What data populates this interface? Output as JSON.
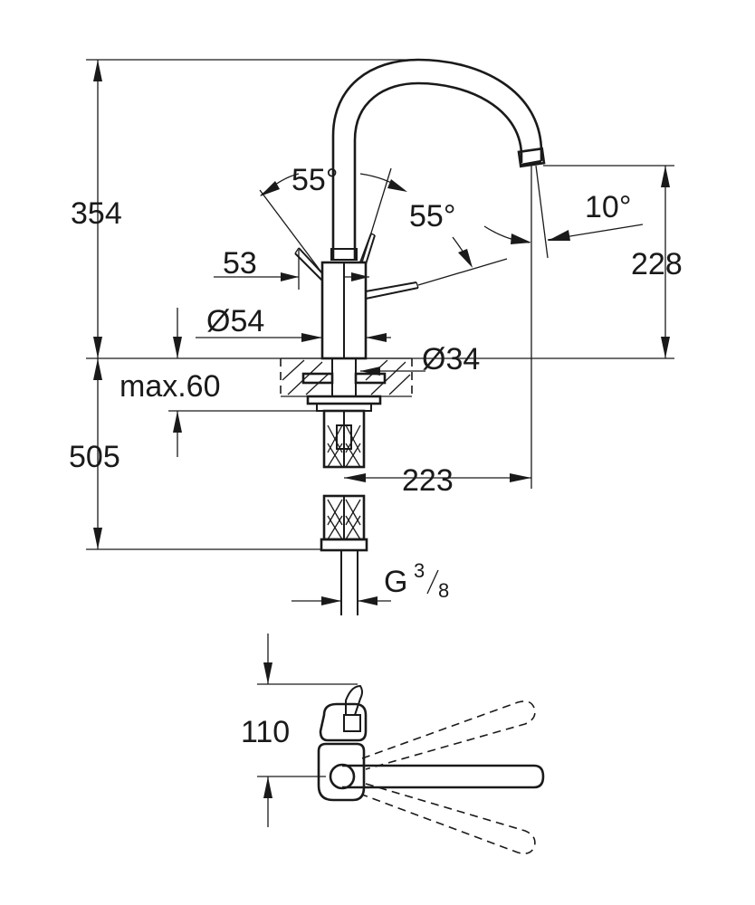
{
  "dimensions": {
    "height_total": "354",
    "height_spout": "228",
    "angle_left": "55°",
    "angle_right": "55°",
    "angle_spout": "10°",
    "lever_width": "53",
    "body_diameter": "Ø54",
    "hole_diameter": "Ø34",
    "max_deck": "max.60",
    "hose_length": "505",
    "spout_reach": "223",
    "thread_prefix": "G",
    "thread_numerator": "3",
    "thread_denominator": "8",
    "lever_swing": "110"
  }
}
